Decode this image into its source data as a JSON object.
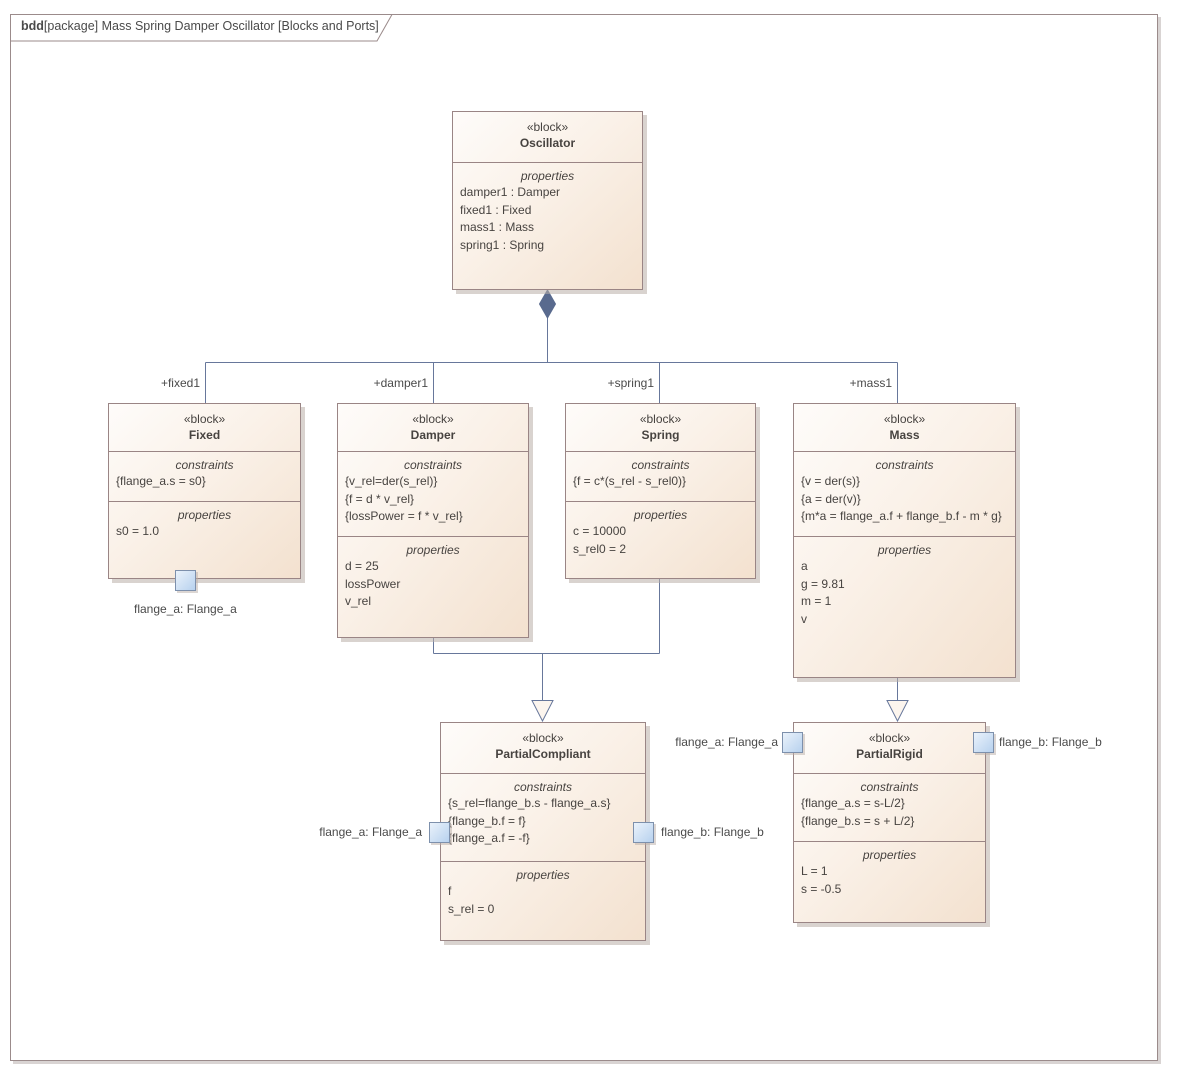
{
  "diagram": {
    "frame_label": {
      "keyword": "bdd",
      "rest": "[package] Mass Spring Damper Oscillator [Blocks and Ports]"
    },
    "compartment_labels": {
      "constraints": "constraints",
      "properties": "properties"
    }
  },
  "colors": {
    "block_border": "#9a8585",
    "block_fill_light": "#fefcfa",
    "block_fill_dark": "#f3e1cf",
    "connector_line": "#67779b",
    "composition_diamond": "#596a8e",
    "generalization_fill": "#fcf5ee",
    "port_fill": "#b7d1ee",
    "port_border": "#7d90ac",
    "frame_border": "#9b8b8b",
    "text": "#474340"
  },
  "blocks": {
    "oscillator": {
      "stereotype": "«block»",
      "name": "Oscillator",
      "properties": [
        "damper1 : Damper",
        "fixed1 : Fixed",
        "mass1 : Mass",
        "spring1 : Spring"
      ]
    },
    "fixed": {
      "stereotype": "«block»",
      "name": "Fixed",
      "constraints": [
        "{flange_a.s = s0}"
      ],
      "properties": [
        "s0 = 1.0"
      ],
      "role_label": "+fixed1",
      "port_label": "flange_a: Flange_a"
    },
    "damper": {
      "stereotype": "«block»",
      "name": "Damper",
      "constraints": [
        "{v_rel=der(s_rel)}",
        "{f = d * v_rel}",
        "{lossPower = f * v_rel}"
      ],
      "properties": [
        "d = 25",
        "lossPower",
        "v_rel"
      ],
      "role_label": "+damper1"
    },
    "spring": {
      "stereotype": "«block»",
      "name": "Spring",
      "constraints": [
        "{f = c*(s_rel - s_rel0)}"
      ],
      "properties": [
        "c = 10000",
        "s_rel0 = 2"
      ],
      "role_label": "+spring1"
    },
    "mass": {
      "stereotype": "«block»",
      "name": "Mass",
      "constraints": [
        "{v = der(s)}",
        "{a = der(v)}",
        "{m*a = flange_a.f + flange_b.f - m * g}"
      ],
      "properties": [
        "a",
        "g = 9.81",
        "m = 1",
        "v"
      ],
      "role_label": "+mass1"
    },
    "partial_compliant": {
      "stereotype": "«block»",
      "name": "PartialCompliant",
      "constraints": [
        "{s_rel=flange_b.s - flange_a.s}",
        "{flange_b.f = f}",
        "{flange_a.f = -f}"
      ],
      "properties": [
        "f",
        "s_rel = 0"
      ],
      "port_left_label": "flange_a: Flange_a",
      "port_right_label": "flange_b: Flange_b"
    },
    "partial_rigid": {
      "stereotype": "«block»",
      "name": "PartialRigid",
      "constraints": [
        "{flange_a.s = s-L/2}",
        "{flange_b.s = s + L/2}"
      ],
      "properties": [
        "L = 1",
        "s = -0.5"
      ],
      "port_left_label": "flange_a: Flange_a",
      "port_right_label": "flange_b: Flange_b"
    }
  }
}
